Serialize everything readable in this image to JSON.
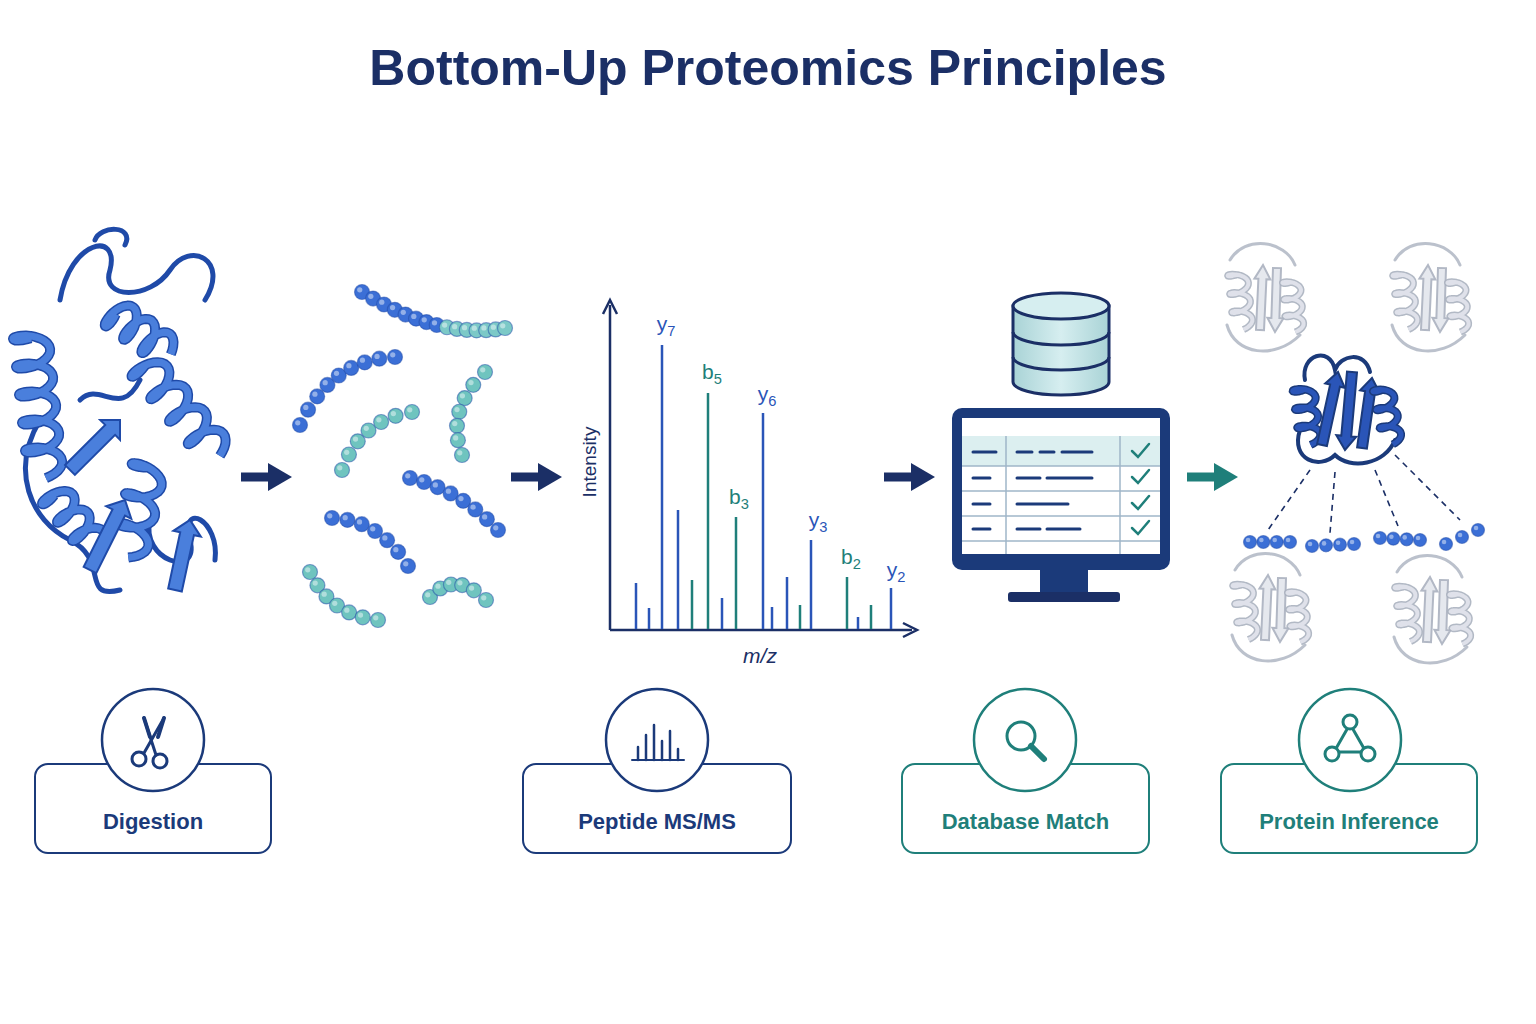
{
  "diagram": {
    "title": "Bottom-Up Proteomics Principles",
    "nodes": [
      {
        "text": [
          "Digestion"
        ]
      },
      {
        "text": [
          "Peptide MS/MS"
        ]
      },
      {
        "text": [
          "Database Match"
        ]
      },
      {
        "text": [
          "Protein Inference"
        ]
      }
    ],
    "labels": [
      "y7",
      "b5",
      "y6",
      "b3",
      "y3",
      "b2",
      "y2",
      "Intensity",
      "m/z"
    ]
  }
}
